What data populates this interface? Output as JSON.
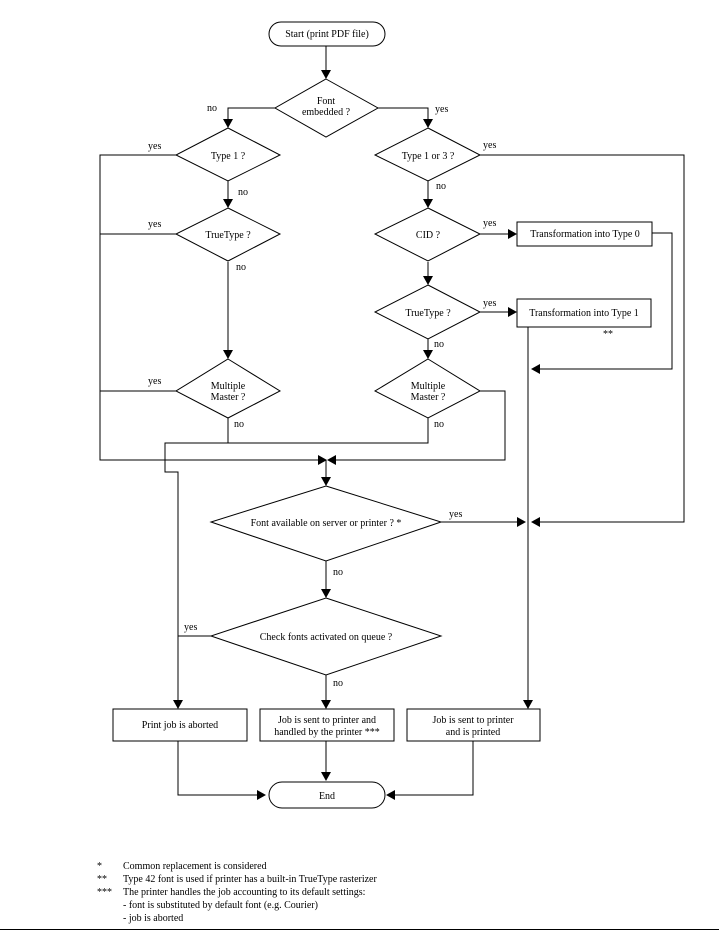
{
  "nodes": {
    "start": "Start (print PDF file)",
    "font_embedded": [
      "Font",
      "embedded ?"
    ],
    "type1": "Type 1 ?",
    "type1or3": "Type 1 or 3 ?",
    "truetype_left": "TrueType ?",
    "cid": "CID ?",
    "transform_type0": "Transformation into Type 0",
    "truetype_right": "TrueType ?",
    "transform_type1": "Transformation into Type 1",
    "multiple_master_left": [
      "Multiple",
      "Master ?"
    ],
    "multiple_master_right": [
      "Multiple",
      "Master ?"
    ],
    "font_available": "Font available on server or printer ? *",
    "check_fonts": "Check fonts activated on queue ?",
    "print_aborted": "Print job is aborted",
    "job_handled": [
      "Job is sent to printer and",
      "handled by the printer ***"
    ],
    "job_printed": [
      "Job is sent to printer",
      "and is printed"
    ],
    "end": "End"
  },
  "labels": {
    "yes": "yes",
    "no": "no",
    "double_star": "**"
  },
  "footnotes": [
    {
      "mark": "*",
      "text": "Common replacement is considered"
    },
    {
      "mark": "**",
      "text": "Type 42 font is used if printer has a built-in TrueType rasterizer"
    },
    {
      "mark": "***",
      "text": "The printer handles the job accounting to its default settings:"
    }
  ],
  "footnote_subitems": [
    "- font is substituted by default font (e.g. Courier)",
    "- job is aborted"
  ]
}
